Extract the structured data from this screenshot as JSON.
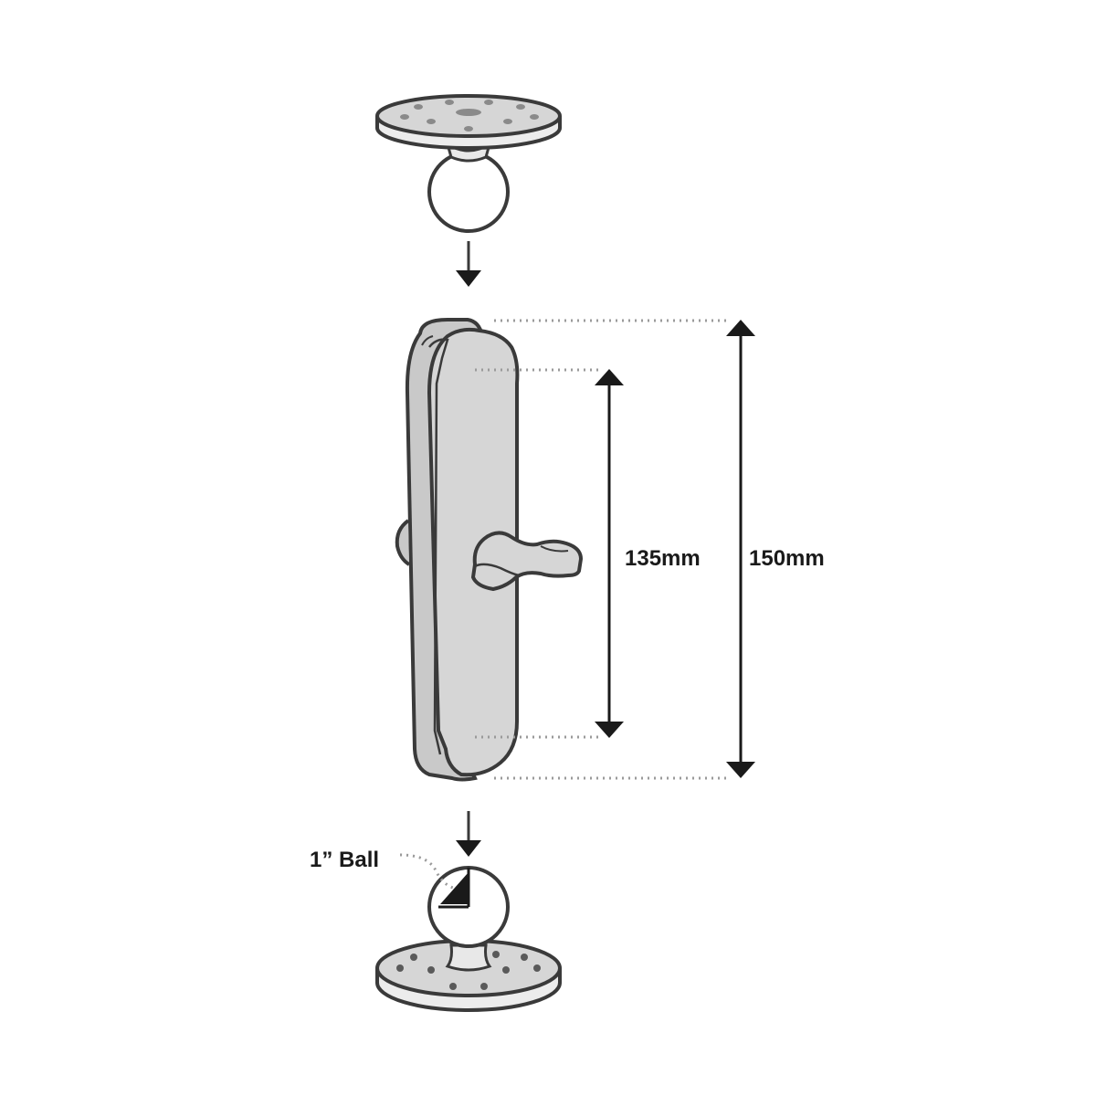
{
  "labels": {
    "inner_length": "135mm",
    "overall_length": "150mm",
    "ball_size": "1” Ball"
  },
  "colors": {
    "outline": "#3a3a3a",
    "fill": "#d6d6d6",
    "fill_light": "#ececec",
    "dimension": "#1a1a1a",
    "dotted_leader": "#9a9a9a",
    "background": "#ffffff"
  },
  "icons": {
    "top_base": "round-base-with-ball-icon",
    "bottom_base": "round-base-with-ball-icon",
    "arm": "double-socket-arm-icon",
    "knob": "wing-knob-icon",
    "arrow": "down-arrow-icon"
  }
}
